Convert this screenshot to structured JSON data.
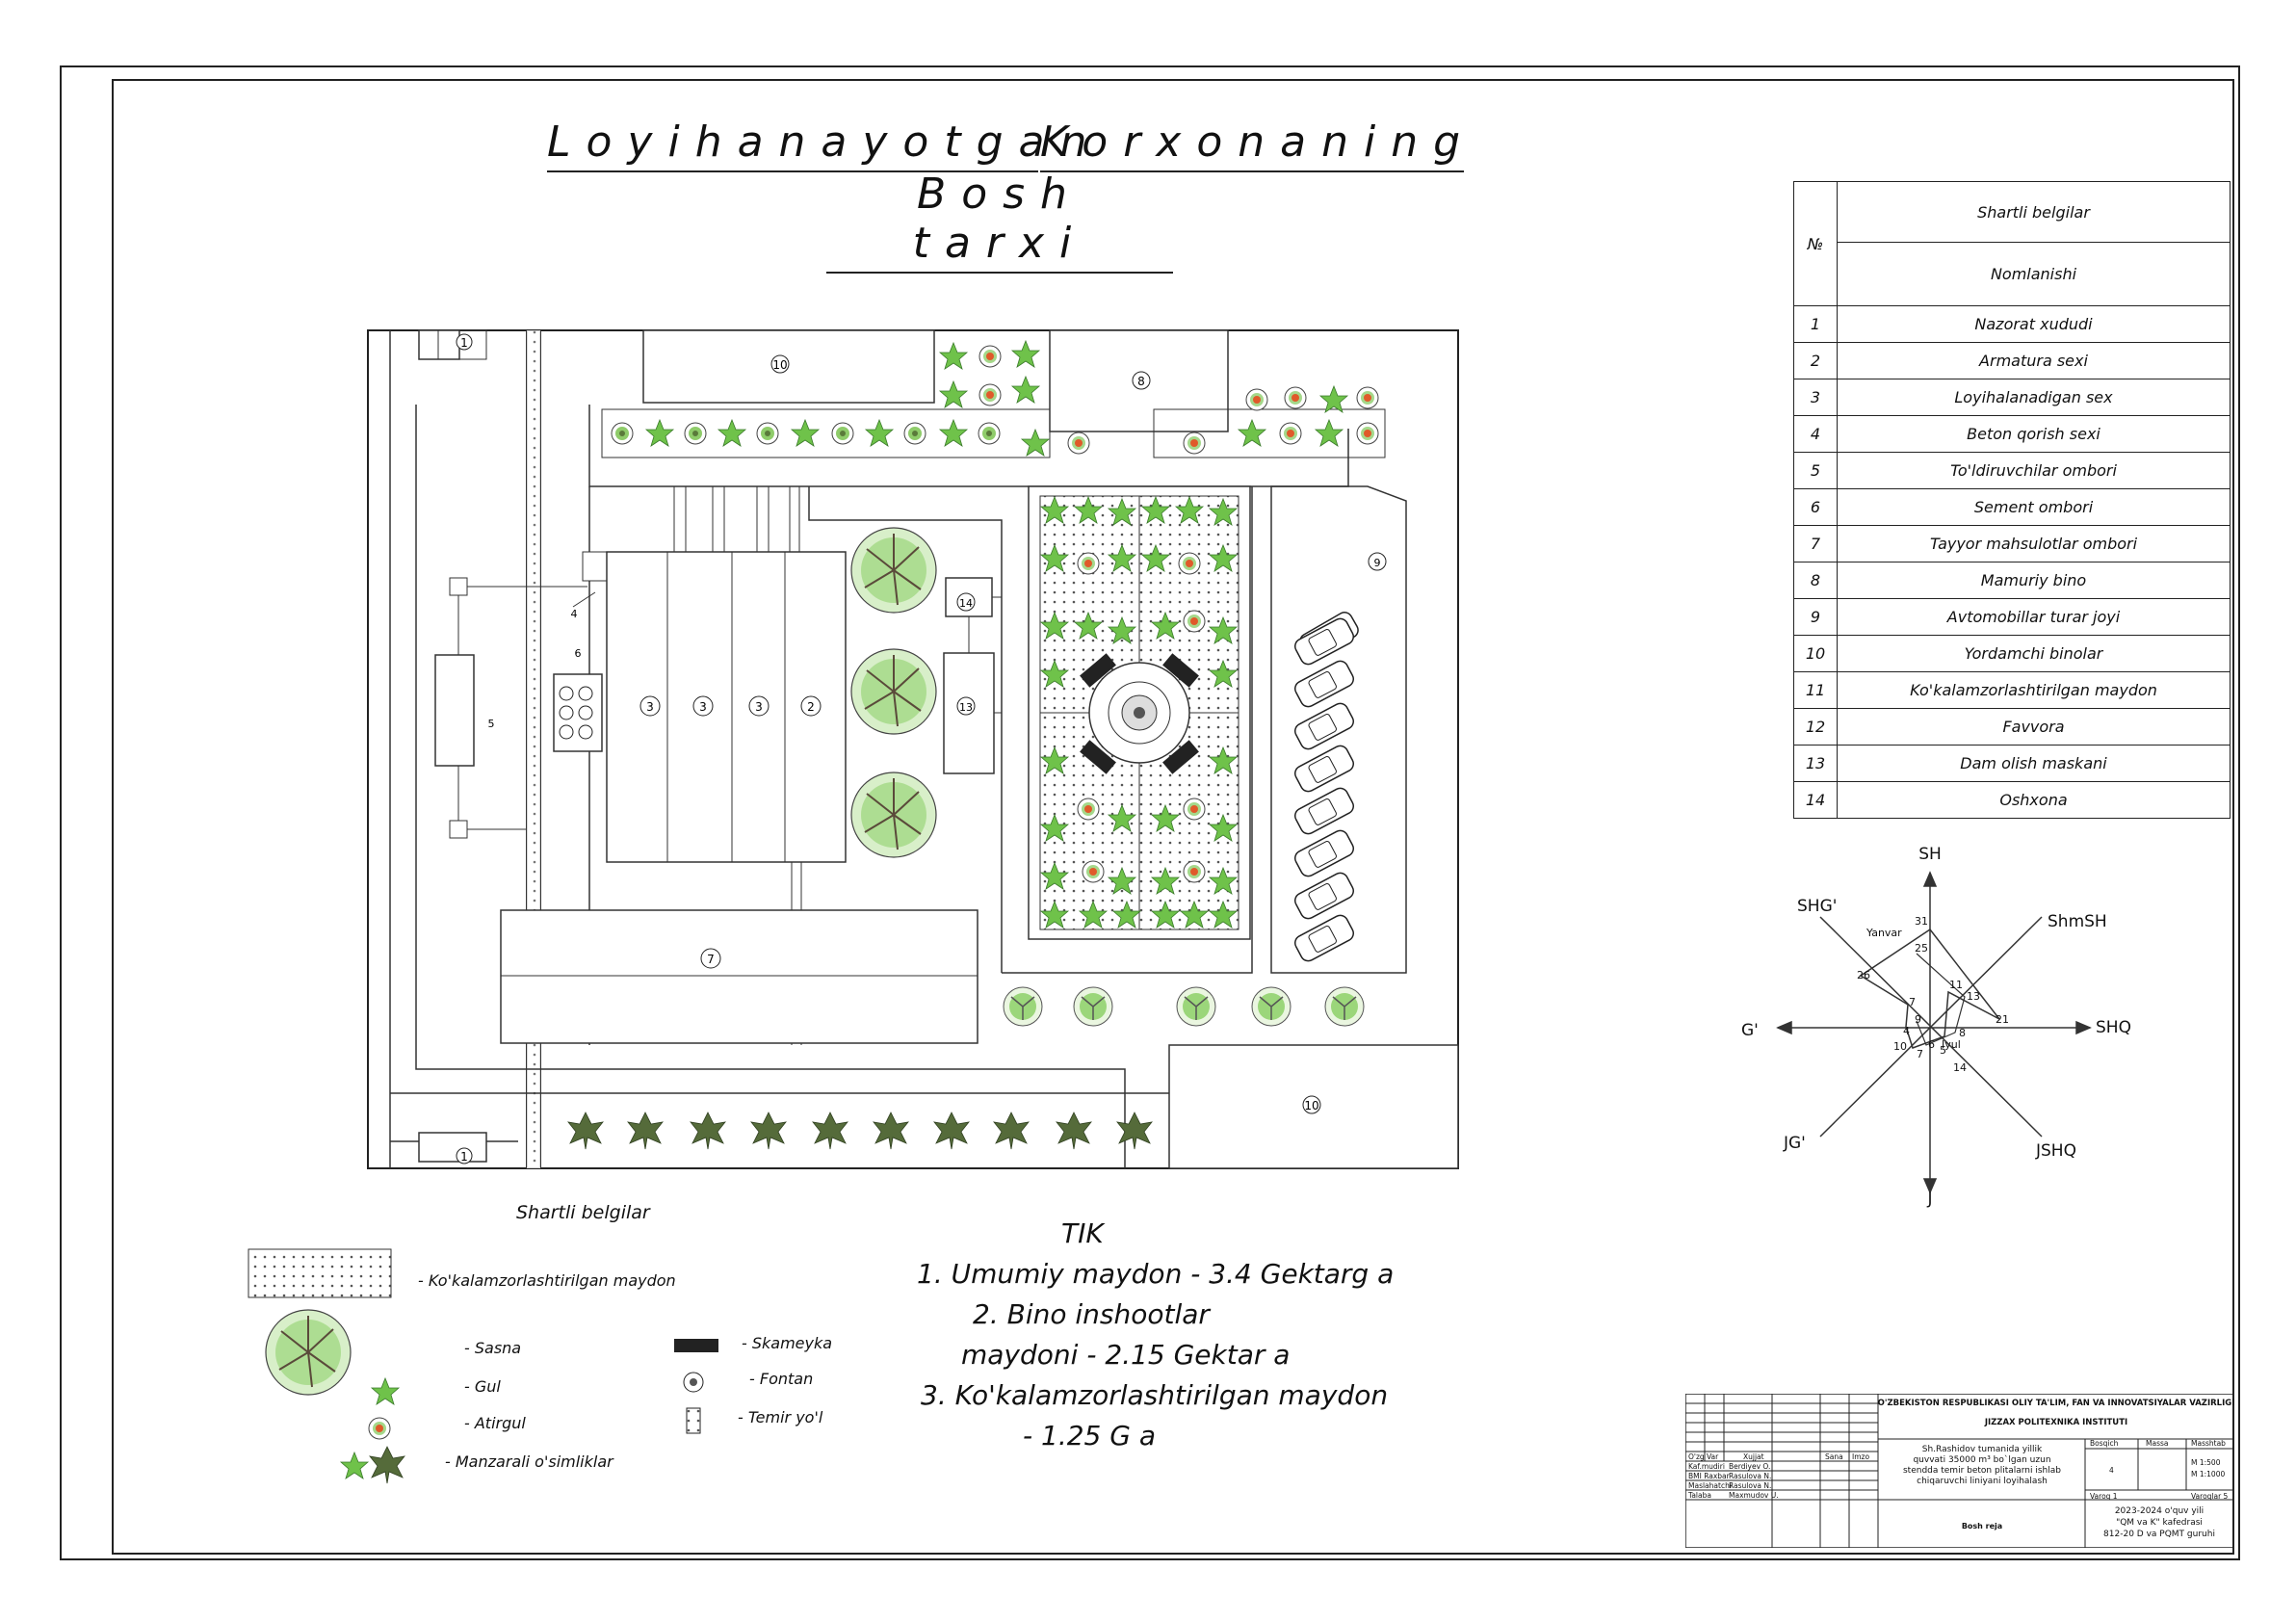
{
  "title": {
    "line1_part1": "Loyihanayotgan",
    "line1_part2": "Korxonaning",
    "line2": "Bosh tarxi"
  },
  "plan_labels": {
    "b1a": "1",
    "b1b": "1",
    "b10a": "10",
    "b10b": "10",
    "b8": "8",
    "b9": "9",
    "b2": "2",
    "b3a": "3",
    "b3b": "3",
    "b3c": "3",
    "b4": "4",
    "b5": "5",
    "b6": "6",
    "b7": "7",
    "b13": "13",
    "b14": "14"
  },
  "legend_table": {
    "header_num": "№",
    "header_symbols": "Shartli belgilar",
    "header_name": "Nomlanishi",
    "rows": [
      {
        "n": "1",
        "name": "Nazorat xududi"
      },
      {
        "n": "2",
        "name": "Armatura sexi"
      },
      {
        "n": "3",
        "name": "Loyihalanadigan sex"
      },
      {
        "n": "4",
        "name": "Beton qorish sexi"
      },
      {
        "n": "5",
        "name": "To'ldiruvchilar ombori"
      },
      {
        "n": "6",
        "name": "Sement ombori"
      },
      {
        "n": "7",
        "name": "Tayyor mahsulotlar ombori"
      },
      {
        "n": "8",
        "name": "Mamuriy bino"
      },
      {
        "n": "9",
        "name": "Avtomobillar turar joyi"
      },
      {
        "n": "10",
        "name": "Yordamchi binolar"
      },
      {
        "n": "11",
        "name": "Ko'kalamzorlashtirilgan maydon"
      },
      {
        "n": "12",
        "name": "Favvora"
      },
      {
        "n": "13",
        "name": "Dam olish maskani"
      },
      {
        "n": "14",
        "name": "Oshxona"
      }
    ]
  },
  "wind_rose": {
    "dir_n": "SH",
    "dir_s": "J",
    "dir_e": "SHQ",
    "dir_w": "G'",
    "dir_ne": "ShmSH",
    "dir_nw": "SHG'",
    "dir_se": "JSHQ",
    "dir_sw": "JG'",
    "january": "Yanvar",
    "july": "Iyul",
    "n31": "31",
    "n25": "25",
    "n26": "26",
    "n7a": "7",
    "n11": "11",
    "n13": "13",
    "n21": "21",
    "n9": "9",
    "n4": "4",
    "n10": "10",
    "n6": "6",
    "n8": "8",
    "n5": "5",
    "n7b": "7",
    "n14": "14"
  },
  "symbols_legend": {
    "title": "Shartli belgilar",
    "green_area": "- Ko'kalamzorlashtirilgan maydon",
    "sasna": "- Sasna",
    "gul": "- Gul",
    "atirgul": "- Atirgul",
    "manzarali": "- Manzarali o'simliklar",
    "skameyka": "- Skameyka",
    "fontan": "- Fontan",
    "temir_yol": "- Temir yo'l"
  },
  "tik": {
    "title": "TIK",
    "l1": "1.  Umumiy maydon  - 3.4 Gektarg a",
    "l2": "2.  Bino inshootlar",
    "l3": "maydoni  - 2.15 Gektar a",
    "l4": "3.  Ko'kalamzorlashtirilgan maydon",
    "l5": "- 1.25 G a"
  },
  "stamp": {
    "ministry": "O'ZBEKISTON RESPUBLIKASI OLIY TA'LIM, FAN VA INNOVATSIYALAR VAZIRLIGI",
    "institute": "JIZZAX POLITEXNIKA INSTITUTI",
    "project_1": "Sh.Rashidov tumanida  yillik",
    "project_2": "quvvati 35000 m³ bo`lgan uzun",
    "project_3": "stendda temir beton plitalarni ishlab",
    "project_4": "chiqaruvchi liniyani loyihalash",
    "col_ozg": "O'zg",
    "col_var": "Var",
    "col_xujjat": "Xujjat",
    "col_sana": "Sana",
    "col_imzo": "Imzo",
    "r1_role": "Kaf.mudiri",
    "r1_name": "Berdiyev O.",
    "r2_role": "BMI Raxbar",
    "r2_name": "Rasulova N.",
    "r3_role": "Maslahatchi",
    "r3_name": "Rasulova N.",
    "r4_role": "Talaba",
    "r4_name": "Maxmudov U.",
    "bosqich": "Bosqich",
    "massa": "Massa",
    "masshtab": "Masshtab",
    "bosqich_val": "4",
    "scale1": "M 1:500",
    "scale2": "M 1:1000",
    "varoq": "Varoq 1",
    "varoqlar": "Varoqlar 5",
    "sheet_name": "Bosh reja",
    "year": "2023-2024 o'quv yili",
    "dept": "\"QM va K\" kafedrasi",
    "group": "812-20  D va PQMT guruhi"
  }
}
